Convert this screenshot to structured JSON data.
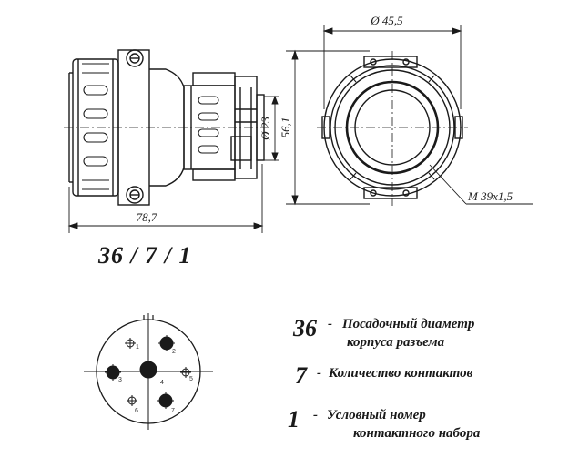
{
  "dimensions": {
    "length": "78,7",
    "inner_diameter": "Ø 23",
    "height": "56,1",
    "outer_diameter": "Ø 45,5",
    "thread": "M 39x1,5"
  },
  "code": "36 / 7 / 1",
  "pins": [
    "1",
    "2",
    "3",
    "4",
    "5",
    "6",
    "7"
  ],
  "legend": [
    {
      "num": "36",
      "dash": "-",
      "line1": "Посадочный диаметр",
      "line2": "корпуса разъема"
    },
    {
      "num": "7",
      "dash": "-",
      "line1": "Количество контактов",
      "line2": ""
    },
    {
      "num": "1",
      "dash": "-",
      "line1": "Условный номер",
      "line2": "контактного набора"
    }
  ]
}
